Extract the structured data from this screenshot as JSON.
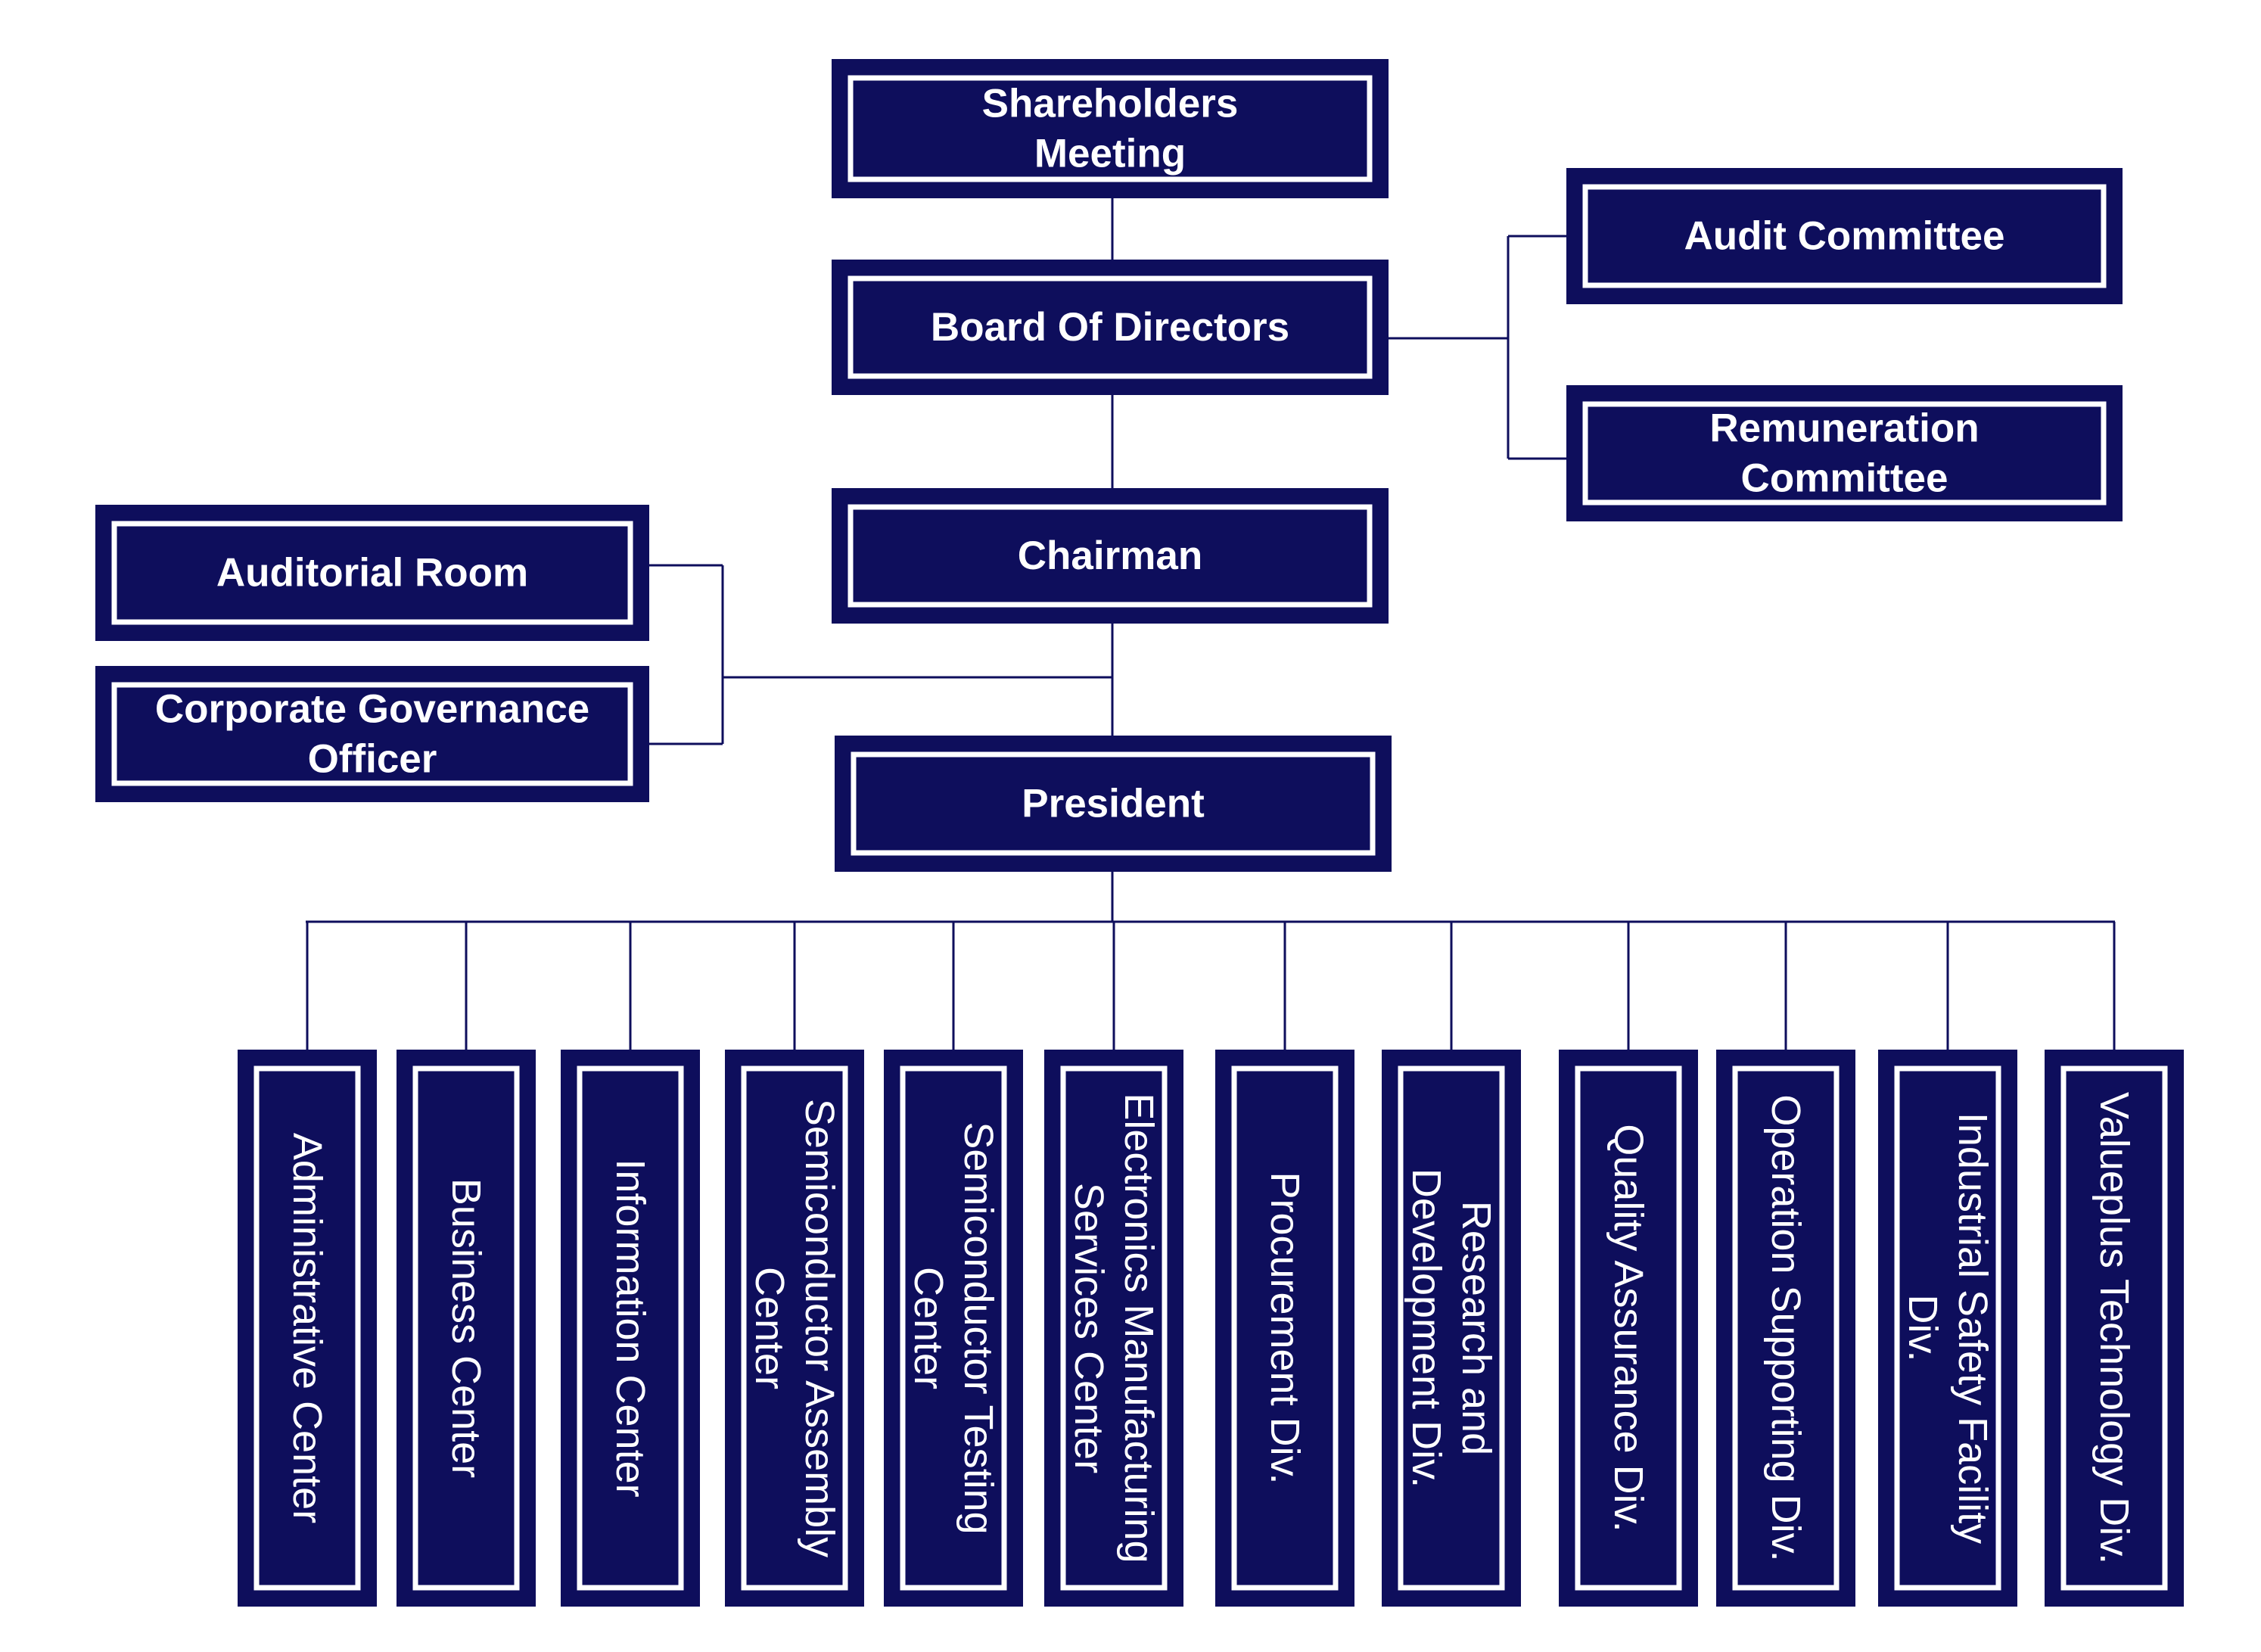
{
  "colors": {
    "box": "#0e0e5c",
    "border": "#ffffff",
    "text": "#ffffff",
    "line": "#0e0e5c"
  },
  "nodes": {
    "shareholders": {
      "lines": [
        "Shareholders",
        "Meeting"
      ]
    },
    "board": {
      "lines": [
        "Board Of Directors"
      ]
    },
    "chairman": {
      "lines": [
        "Chairman"
      ]
    },
    "president": {
      "lines": [
        "President"
      ]
    },
    "audit_committee": {
      "lines": [
        "Audit Committee"
      ]
    },
    "remuneration_committee": {
      "lines": [
        "Remuneration",
        "Committee"
      ]
    },
    "auditorial_room": {
      "lines": [
        "Auditorial Room"
      ]
    },
    "cgo": {
      "lines": [
        "Corporate Governance",
        "Officer"
      ]
    }
  },
  "units": [
    {
      "lines": [
        "Administrative Center"
      ]
    },
    {
      "lines": [
        "Business Center"
      ]
    },
    {
      "lines": [
        "Information Center"
      ]
    },
    {
      "lines": [
        "Semiconductor Assembly",
        "Center"
      ]
    },
    {
      "lines": [
        "Semiconductor Testing",
        "Center"
      ]
    },
    {
      "lines": [
        "Electronics Manufacturing",
        "Services Center"
      ]
    },
    {
      "lines": [
        "Procurement Div."
      ]
    },
    {
      "lines": [
        "Research and",
        "Development Div."
      ]
    },
    {
      "lines": [
        "Quality Assurance Div."
      ]
    },
    {
      "lines": [
        "Operation Supporting Div."
      ]
    },
    {
      "lines": [
        "Industrial Safety Facility",
        "Div."
      ]
    },
    {
      "lines": [
        "Valueplus Technology Div."
      ]
    }
  ]
}
